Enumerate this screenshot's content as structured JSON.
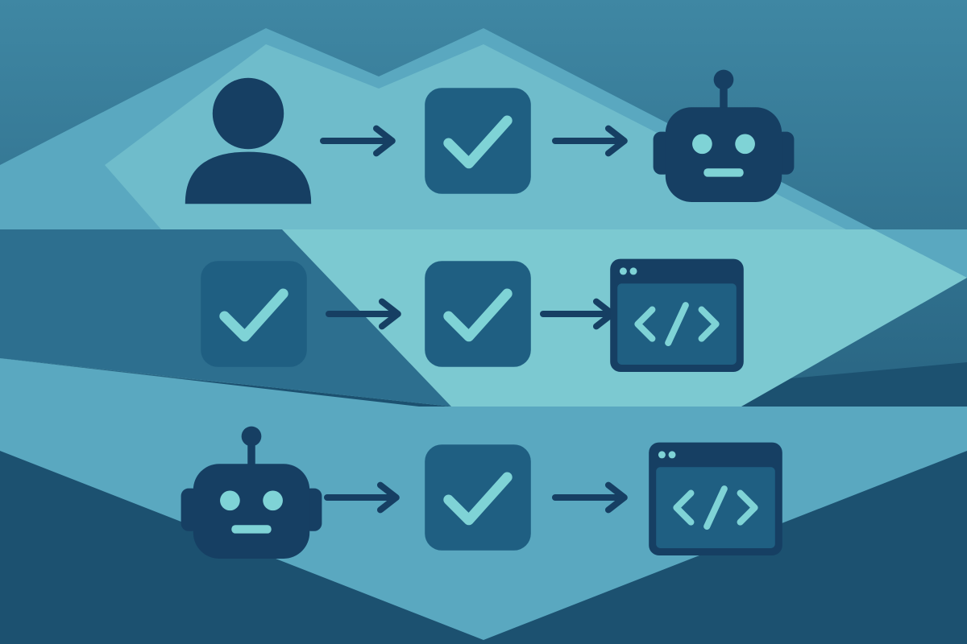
{
  "colors": {
    "bg_top": "#3f87a3",
    "bg_bottom": "#1c5170",
    "band_light": "#7cc9d1",
    "band_mid": "#5aa8c0",
    "band_dark": "#2d6f8f",
    "icon_dark": "#163f63",
    "icon_box": "#1f5f82",
    "accent": "#7fd3d6"
  },
  "diagram": {
    "rows": [
      {
        "name": "row-user-review-robot",
        "nodes": [
          {
            "kind": "person",
            "icon": "person-icon"
          },
          {
            "kind": "arrow",
            "icon": "arrow-right-icon"
          },
          {
            "kind": "check",
            "icon": "check-icon"
          },
          {
            "kind": "arrow",
            "icon": "arrow-right-icon"
          },
          {
            "kind": "robot",
            "icon": "robot-icon"
          }
        ]
      },
      {
        "name": "row-check-check-code",
        "nodes": [
          {
            "kind": "check",
            "icon": "check-icon"
          },
          {
            "kind": "arrow",
            "icon": "arrow-right-icon"
          },
          {
            "kind": "check",
            "icon": "check-icon"
          },
          {
            "kind": "arrow",
            "icon": "arrow-right-icon"
          },
          {
            "kind": "code",
            "icon": "code-window-icon"
          }
        ]
      },
      {
        "name": "row-robot-check-code",
        "nodes": [
          {
            "kind": "robot",
            "icon": "robot-icon"
          },
          {
            "kind": "arrow",
            "icon": "arrow-right-icon"
          },
          {
            "kind": "check",
            "icon": "check-icon"
          },
          {
            "kind": "arrow",
            "icon": "arrow-right-icon"
          },
          {
            "kind": "code",
            "icon": "code-window-icon"
          }
        ]
      }
    ]
  }
}
